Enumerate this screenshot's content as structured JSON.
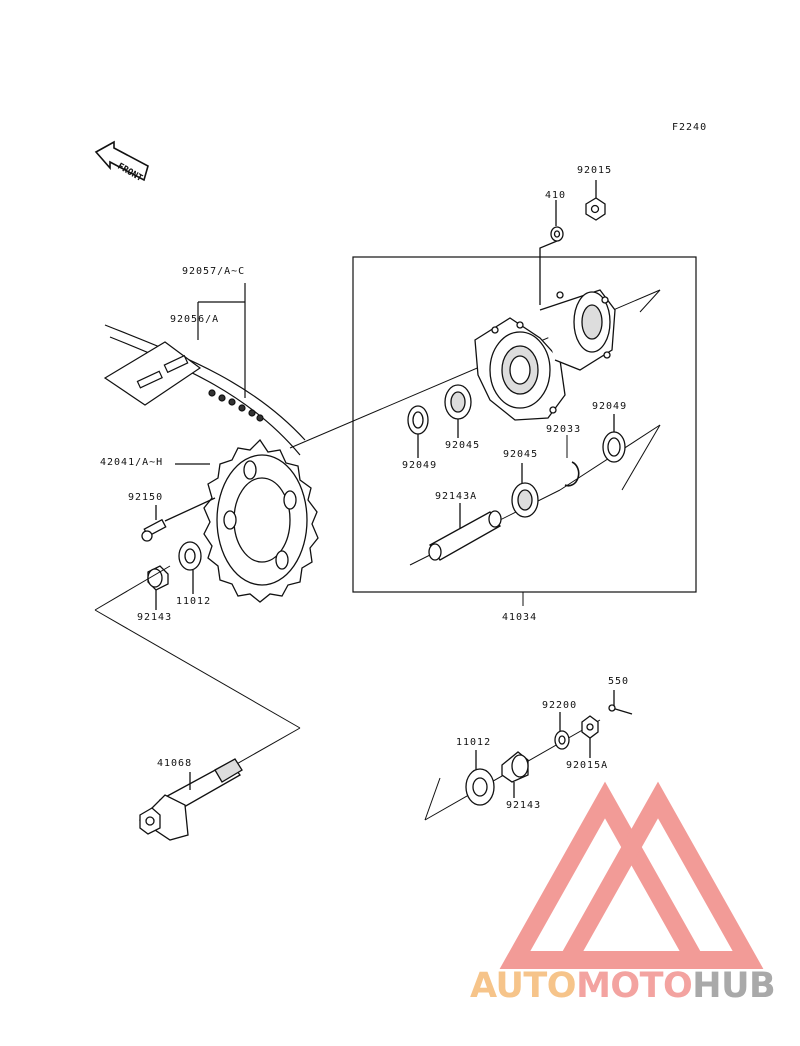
{
  "figure_code": "F2240",
  "front_label": "FRONT",
  "parts": [
    {
      "id": "p410",
      "label": "410"
    },
    {
      "id": "p92015",
      "label": "92015"
    },
    {
      "id": "p92057",
      "label": "92057/A~C"
    },
    {
      "id": "p92056",
      "label": "92056/A"
    },
    {
      "id": "p92049a",
      "label": "92049"
    },
    {
      "id": "p92049b",
      "label": "92049"
    },
    {
      "id": "p92045a",
      "label": "92045"
    },
    {
      "id": "p92045b",
      "label": "92045"
    },
    {
      "id": "p92033",
      "label": "92033"
    },
    {
      "id": "p42041",
      "label": "42041/A~H"
    },
    {
      "id": "p92150",
      "label": "92150"
    },
    {
      "id": "p92143A",
      "label": "92143A"
    },
    {
      "id": "p11012a",
      "label": "11012"
    },
    {
      "id": "p92143a",
      "label": "92143"
    },
    {
      "id": "p41034",
      "label": "41034"
    },
    {
      "id": "p550",
      "label": "550"
    },
    {
      "id": "p92200",
      "label": "92200"
    },
    {
      "id": "p11012b",
      "label": "11012"
    },
    {
      "id": "p92015A",
      "label": "92015A"
    },
    {
      "id": "p92143b",
      "label": "92143"
    },
    {
      "id": "p41068",
      "label": "41068"
    }
  ],
  "watermark": {
    "auto": "AUTO",
    "moto": "MOTO",
    "hub": "HUB",
    "colors": {
      "auto": "#f6c48a",
      "moto": "#f3a3a0",
      "hub": "#a9a9a9",
      "logo": "#f08a86"
    }
  }
}
